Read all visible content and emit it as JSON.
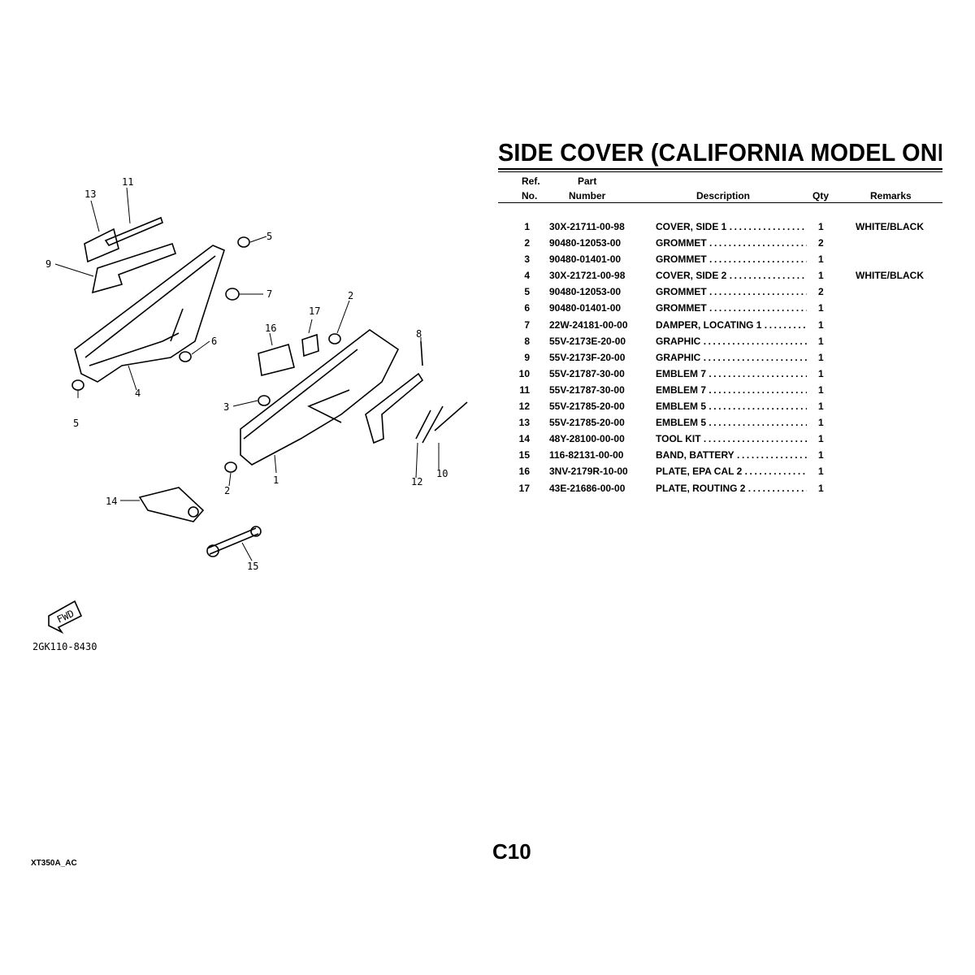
{
  "title": "SIDE COVER (CALIFORNIA MODEL ONLY)",
  "headers": {
    "ref_1": "Ref.",
    "ref_2": "No.",
    "part_1": "Part",
    "part_2": "Number",
    "description": "Description",
    "qty": "Qty",
    "remarks": "Remarks"
  },
  "parts": [
    {
      "ref": "1",
      "number": "30X-21711-00-98",
      "description": "COVER, SIDE 1",
      "qty": "1",
      "remarks": "WHITE/BLACK"
    },
    {
      "ref": "2",
      "number": "90480-12053-00",
      "description": "GROMMET",
      "qty": "2",
      "remarks": ""
    },
    {
      "ref": "3",
      "number": "90480-01401-00",
      "description": "GROMMET",
      "qty": "1",
      "remarks": ""
    },
    {
      "ref": "4",
      "number": "30X-21721-00-98",
      "description": "COVER, SIDE 2",
      "qty": "1",
      "remarks": "WHITE/BLACK"
    },
    {
      "ref": "5",
      "number": "90480-12053-00",
      "description": "GROMMET",
      "qty": "2",
      "remarks": ""
    },
    {
      "ref": "6",
      "number": "90480-01401-00",
      "description": "GROMMET",
      "qty": "1",
      "remarks": ""
    },
    {
      "ref": "7",
      "number": "22W-24181-00-00",
      "description": "DAMPER, LOCATING 1",
      "qty": "1",
      "remarks": ""
    },
    {
      "ref": "8",
      "number": "55V-2173E-20-00",
      "description": "GRAPHIC",
      "qty": "1",
      "remarks": ""
    },
    {
      "ref": "9",
      "number": "55V-2173F-20-00",
      "description": "GRAPHIC",
      "qty": "1",
      "remarks": ""
    },
    {
      "ref": "10",
      "number": "55V-21787-30-00",
      "description": "EMBLEM 7",
      "qty": "1",
      "remarks": ""
    },
    {
      "ref": "11",
      "number": "55V-21787-30-00",
      "description": "EMBLEM 7",
      "qty": "1",
      "remarks": ""
    },
    {
      "ref": "12",
      "number": "55V-21785-20-00",
      "description": "EMBLEM 5",
      "qty": "1",
      "remarks": ""
    },
    {
      "ref": "13",
      "number": "55V-21785-20-00",
      "description": "EMBLEM 5",
      "qty": "1",
      "remarks": ""
    },
    {
      "ref": "14",
      "number": "48Y-28100-00-00",
      "description": "TOOL KIT",
      "qty": "1",
      "remarks": ""
    },
    {
      "ref": "15",
      "number": "116-82131-00-00",
      "description": "BAND, BATTERY",
      "qty": "1",
      "remarks": ""
    },
    {
      "ref": "16",
      "number": "3NV-2179R-10-00",
      "description": "PLATE, EPA CAL 2",
      "qty": "1",
      "remarks": ""
    },
    {
      "ref": "17",
      "number": "43E-21686-00-00",
      "description": "PLATE, ROUTING 2",
      "qty": "1",
      "remarks": ""
    }
  ],
  "dots": "......................................",
  "diagram": {
    "callouts": [
      "13",
      "11",
      "5",
      "9",
      "7",
      "6",
      "4",
      "5",
      "17",
      "2",
      "16",
      "8",
      "3",
      "2",
      "1",
      "12",
      "10",
      "14",
      "15"
    ],
    "fwd_label": "FWD",
    "drawing_code": "2GK110-8430"
  },
  "footer": {
    "model_code": "XT350A_AC",
    "page": "C10"
  }
}
